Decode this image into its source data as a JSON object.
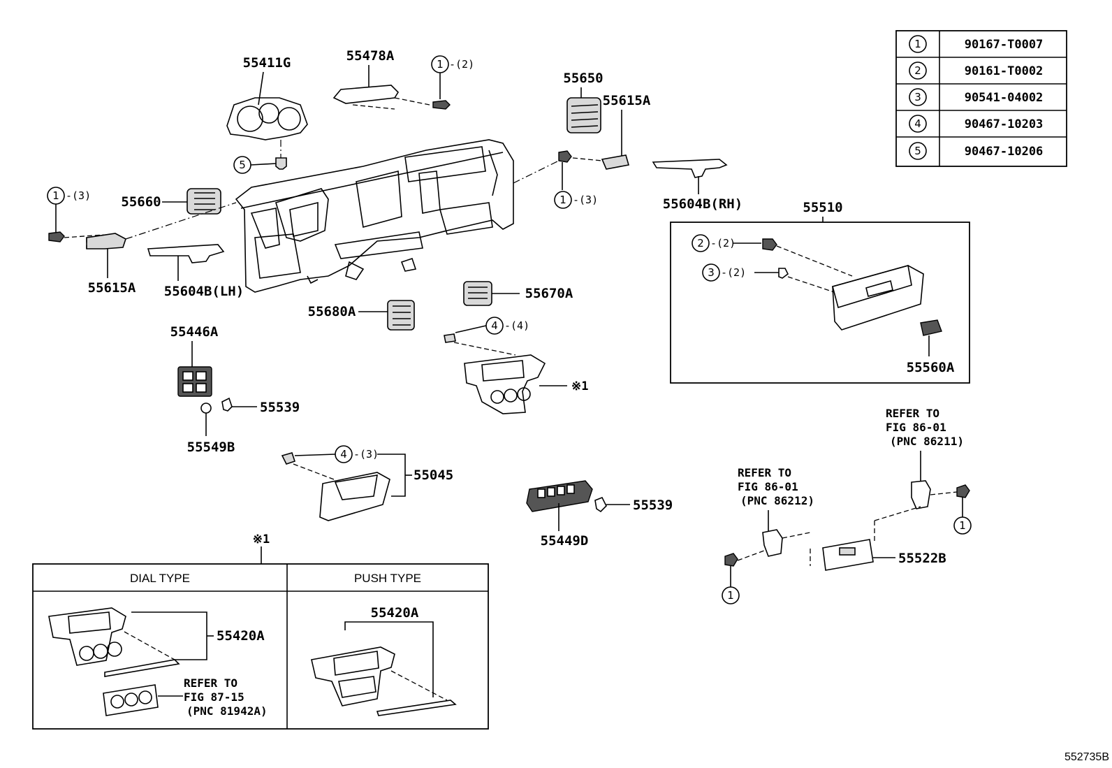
{
  "fastener_table": [
    {
      "key": "1",
      "part": "90167-T0007"
    },
    {
      "key": "2",
      "part": "90161-T0002"
    },
    {
      "key": "3",
      "part": "90541-04002"
    },
    {
      "key": "4",
      "part": "90467-10203"
    },
    {
      "key": "5",
      "part": "90467-10206"
    }
  ],
  "labels": {
    "p55411G": "55411G",
    "p55478A": "55478A",
    "p55650": "55650",
    "p55615A_r": "55615A",
    "p55660": "55660",
    "p55615A_l": "55615A",
    "p55604B_lh": "55604B(LH)",
    "p55604B_rh": "55604B(RH)",
    "p55510": "55510",
    "p55560A": "55560A",
    "p55670A": "55670A",
    "p55680A": "55680A",
    "p55446A": "55446A",
    "p55539_a": "55539",
    "p55549B": "55549B",
    "p55045": "55045",
    "p55449D": "55449D",
    "p55539_b": "55539",
    "p55522B": "55522B",
    "note1": "※1",
    "note1_top": "※1",
    "p55420A_dial": "55420A",
    "p55420A_push": "55420A"
  },
  "callouts": {
    "c1_2": {
      "num": "1",
      "qty": "-(2)"
    },
    "c5": {
      "num": "5"
    },
    "c1_3_left": {
      "num": "1",
      "qty": "-(3)"
    },
    "c1_3_mid": {
      "num": "1",
      "qty": "-(3)"
    },
    "c2_2": {
      "num": "2",
      "qty": "-(2)"
    },
    "c3_2": {
      "num": "3",
      "qty": "-(2)"
    },
    "c4_4": {
      "num": "4",
      "qty": "-(4)"
    },
    "c4_3": {
      "num": "4",
      "qty": "-(3)"
    },
    "c1_bl": {
      "num": "1"
    },
    "c1_br": {
      "num": "1"
    }
  },
  "refs": {
    "ref_86211": {
      "l1": "REFER TO",
      "l2": "FIG 86-01",
      "l3": "(PNC 86211)"
    },
    "ref_86212": {
      "l1": "REFER TO",
      "l2": "FIG 86-01",
      "l3": "(PNC 86212)"
    },
    "ref_81942A": {
      "l1": "REFER TO",
      "l2": "FIG 87-15",
      "l3": "(PNC 81942A)"
    }
  },
  "variants": {
    "dial_type": "DIAL TYPE",
    "push_type": "PUSH TYPE"
  },
  "figure_id": "552735B"
}
